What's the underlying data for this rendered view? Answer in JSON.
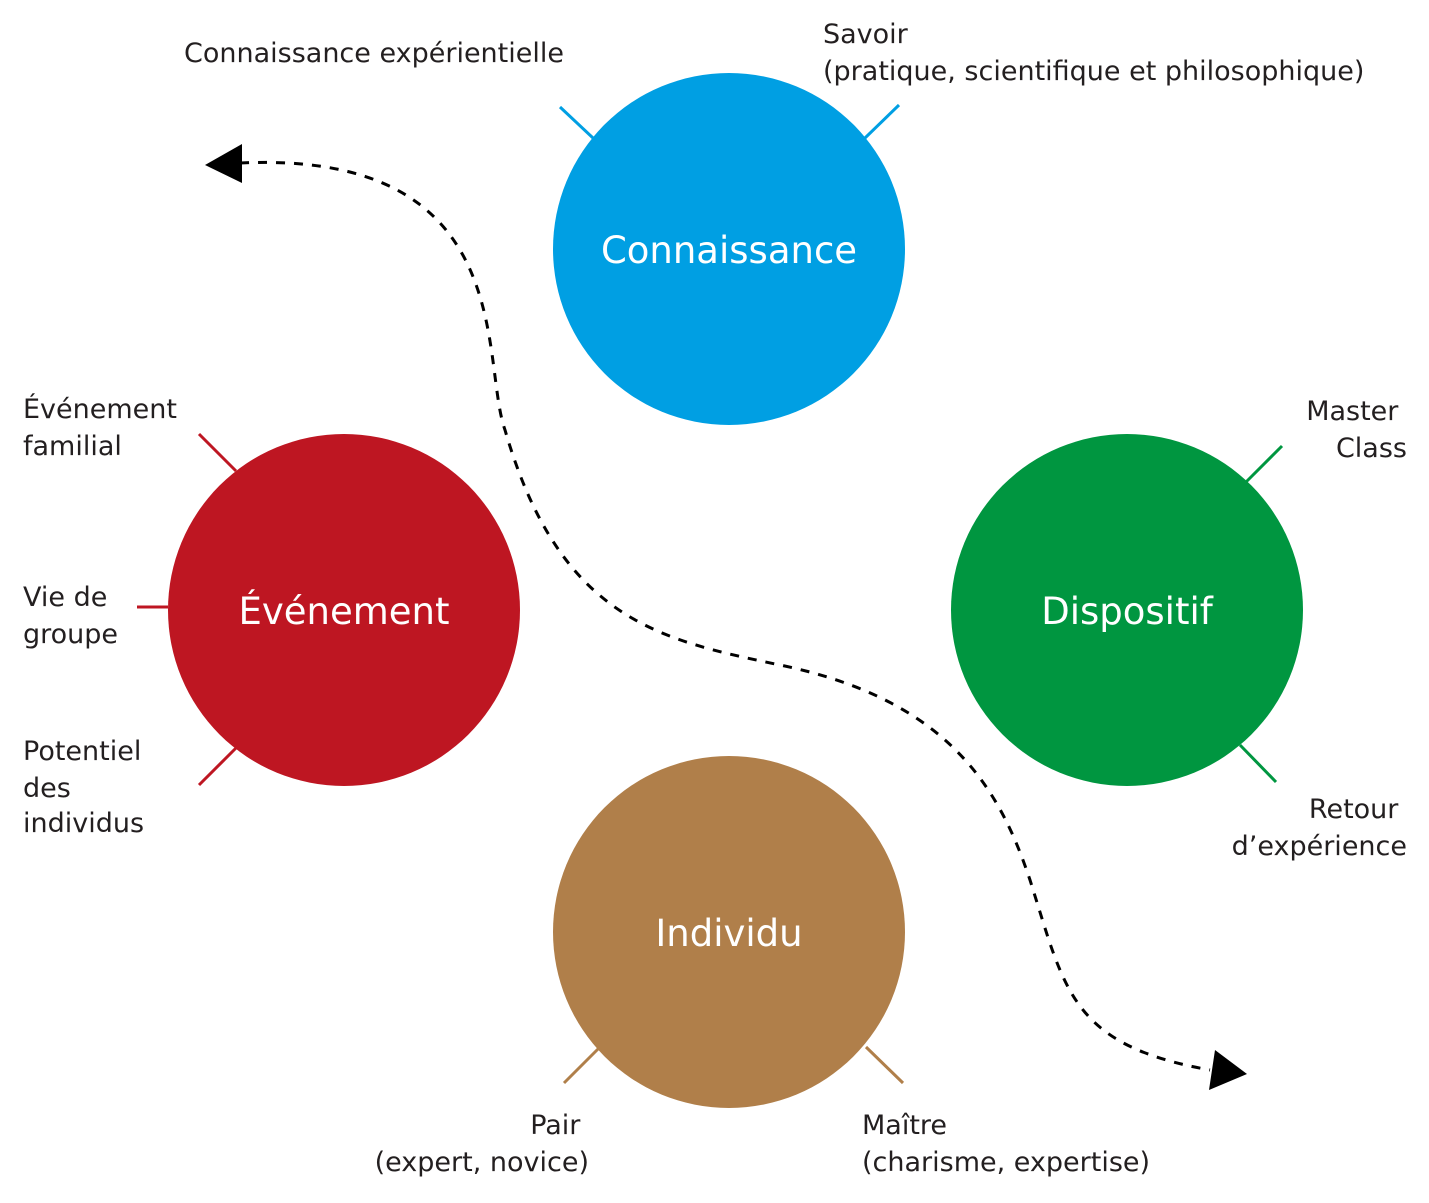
{
  "colors": {
    "connaissance": "#009fe3",
    "evenement": "#be1622",
    "dispositif": "#009640",
    "individu": "#b07f4a",
    "text": "#231f20",
    "arrow": "#000000"
  },
  "nodes": {
    "connaissance": "Connaissance",
    "evenement": "Événement",
    "dispositif": "Dispositif",
    "individu": "Individu"
  },
  "annotations": {
    "connaissance_experientielle": "Connaissance expérientielle",
    "savoir": [
      "Savoir",
      "(pratique, scientifique et philosophique)"
    ],
    "evenement_familial": [
      "Événement",
      "familial"
    ],
    "vie_de_groupe": [
      "Vie de",
      "groupe"
    ],
    "potentiel_des_individus": [
      "Potentiel",
      "des",
      "individus"
    ],
    "master_class": [
      "Master",
      "Class"
    ],
    "retour_experience": [
      "Retour",
      "d’expérience"
    ],
    "pair": [
      "Pair",
      "(expert, novice)"
    ],
    "maitre": [
      "Maître",
      "(charisme, expertise)"
    ]
  }
}
